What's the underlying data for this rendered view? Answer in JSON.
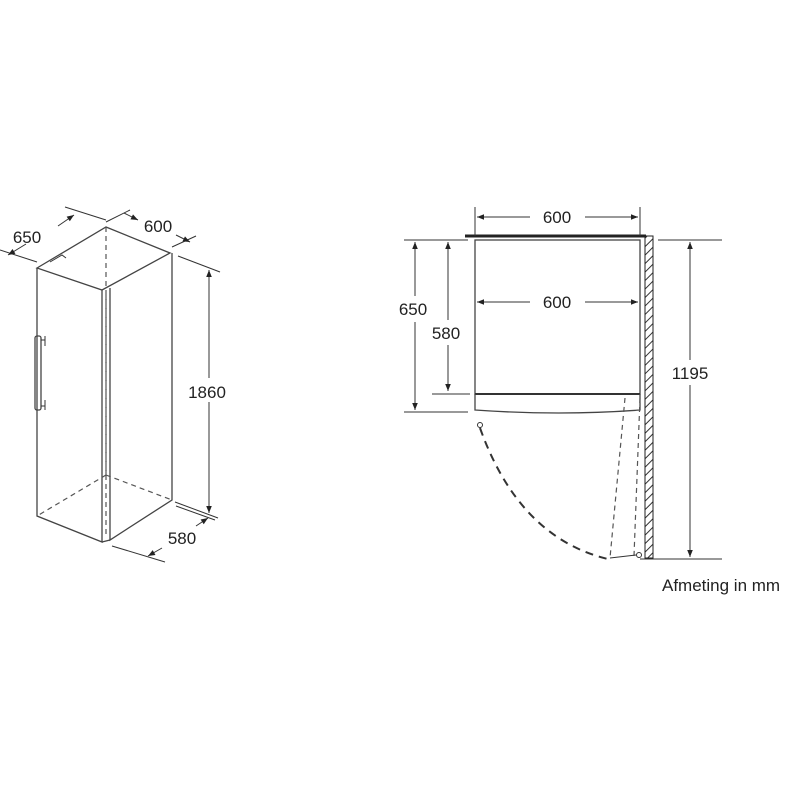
{
  "isometric_view": {
    "depth_label": "650",
    "width_label": "600",
    "height_label": "1860",
    "depth_without_door_label": "580"
  },
  "top_view": {
    "width_label": "600",
    "inner_width_label": "600",
    "depth_label": "650",
    "depth_without_door_label": "580",
    "door_swing_clearance_label": "1195"
  },
  "units_note": "Afmeting in mm"
}
